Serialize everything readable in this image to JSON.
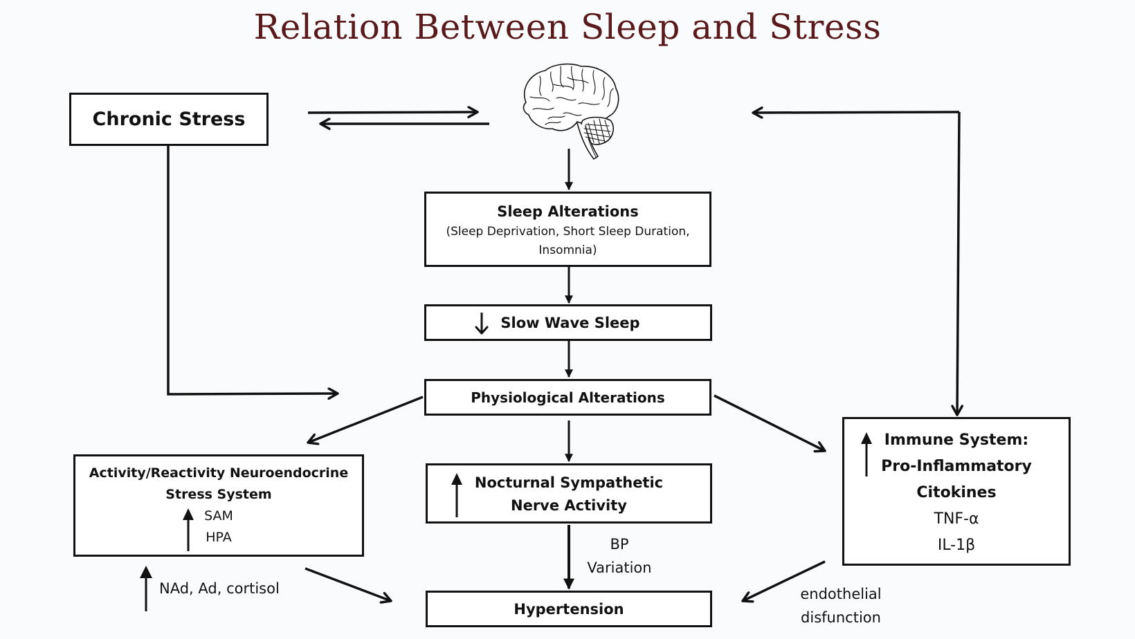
{
  "title": "Relation Between Sleep and Stress",
  "nodes": {
    "chronic_stress": "Chronic Stress",
    "brain": "brain",
    "sleep_alterations": {
      "title": "Sleep Alterations",
      "detail_line1": "(Sleep Deprivation, Short Sleep Duration,",
      "detail_line2": "Insomnia)"
    },
    "slow_wave_sleep": {
      "indicator": "decrease",
      "label": "Slow Wave Sleep"
    },
    "physiological_alterations": "Physiological Alterations",
    "neuroendocrine": {
      "title_line1": "Activity/Reactivity Neuroendocrine",
      "title_line2": "Stress System",
      "indicator": "increase",
      "items": [
        "SAM",
        "HPA"
      ]
    },
    "nocturnal": {
      "indicator": "increase",
      "line1": "Nocturnal Sympathetic",
      "line2": "Nerve Activity"
    },
    "hypertension": "Hypertension",
    "immune": {
      "indicator": "increase",
      "line1": "Immune System:",
      "line2": "Pro-Inflammatory",
      "line3": "Citokines",
      "items": [
        "TNF-α",
        "IL-1β"
      ]
    }
  },
  "labels": {
    "hormones": {
      "indicator": "increase",
      "text": "NAd, Ad, cortisol"
    },
    "bp_line1": "BP",
    "bp_line2": "Variation",
    "endothelial_line1": "endothelial",
    "endothelial_line2": "disfunction"
  },
  "edges": [
    {
      "from": "chronic_stress",
      "to": "brain"
    },
    {
      "from": "brain",
      "to": "chronic_stress"
    },
    {
      "from": "brain",
      "to": "sleep_alterations"
    },
    {
      "from": "sleep_alterations",
      "to": "slow_wave_sleep"
    },
    {
      "from": "slow_wave_sleep",
      "to": "physiological_alterations"
    },
    {
      "from": "chronic_stress",
      "to": "physiological_alterations"
    },
    {
      "from": "physiological_alterations",
      "to": "neuroendocrine"
    },
    {
      "from": "physiological_alterations",
      "to": "nocturnal"
    },
    {
      "from": "physiological_alterations",
      "to": "immune"
    },
    {
      "from": "immune",
      "to": "brain"
    },
    {
      "from": "brain",
      "to": "immune"
    },
    {
      "from": "neuroendocrine",
      "to": "hypertension"
    },
    {
      "from": "nocturnal",
      "to": "hypertension"
    },
    {
      "from": "immune",
      "to": "hypertension"
    }
  ]
}
